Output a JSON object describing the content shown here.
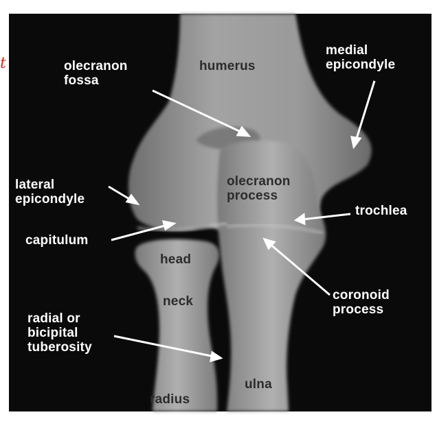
{
  "labels": {
    "olecranon_fossa": "olecranon\nfossa",
    "humerus": "humerus",
    "medial_epicondyle": "medial\nepicondyle",
    "lateral_epicondyle": "lateral\nepicondyle",
    "olecranon_process": "olecranon\nprocess",
    "trochlea": "trochlea",
    "capitulum": "capitulum",
    "head": "head",
    "neck": "neck",
    "coronoid_process": "coronoid\nprocess",
    "radial_tuberosity": "radial or\nbicipital\ntuberosity",
    "ulna": "ulna",
    "radius": "radius"
  },
  "handwritten_mark": "t",
  "colors": {
    "background": "#0a0a0a",
    "bone": "#8c8c8c",
    "label": "#ffffff",
    "arrow": "#ffffff",
    "mark": "#d42a1f"
  }
}
